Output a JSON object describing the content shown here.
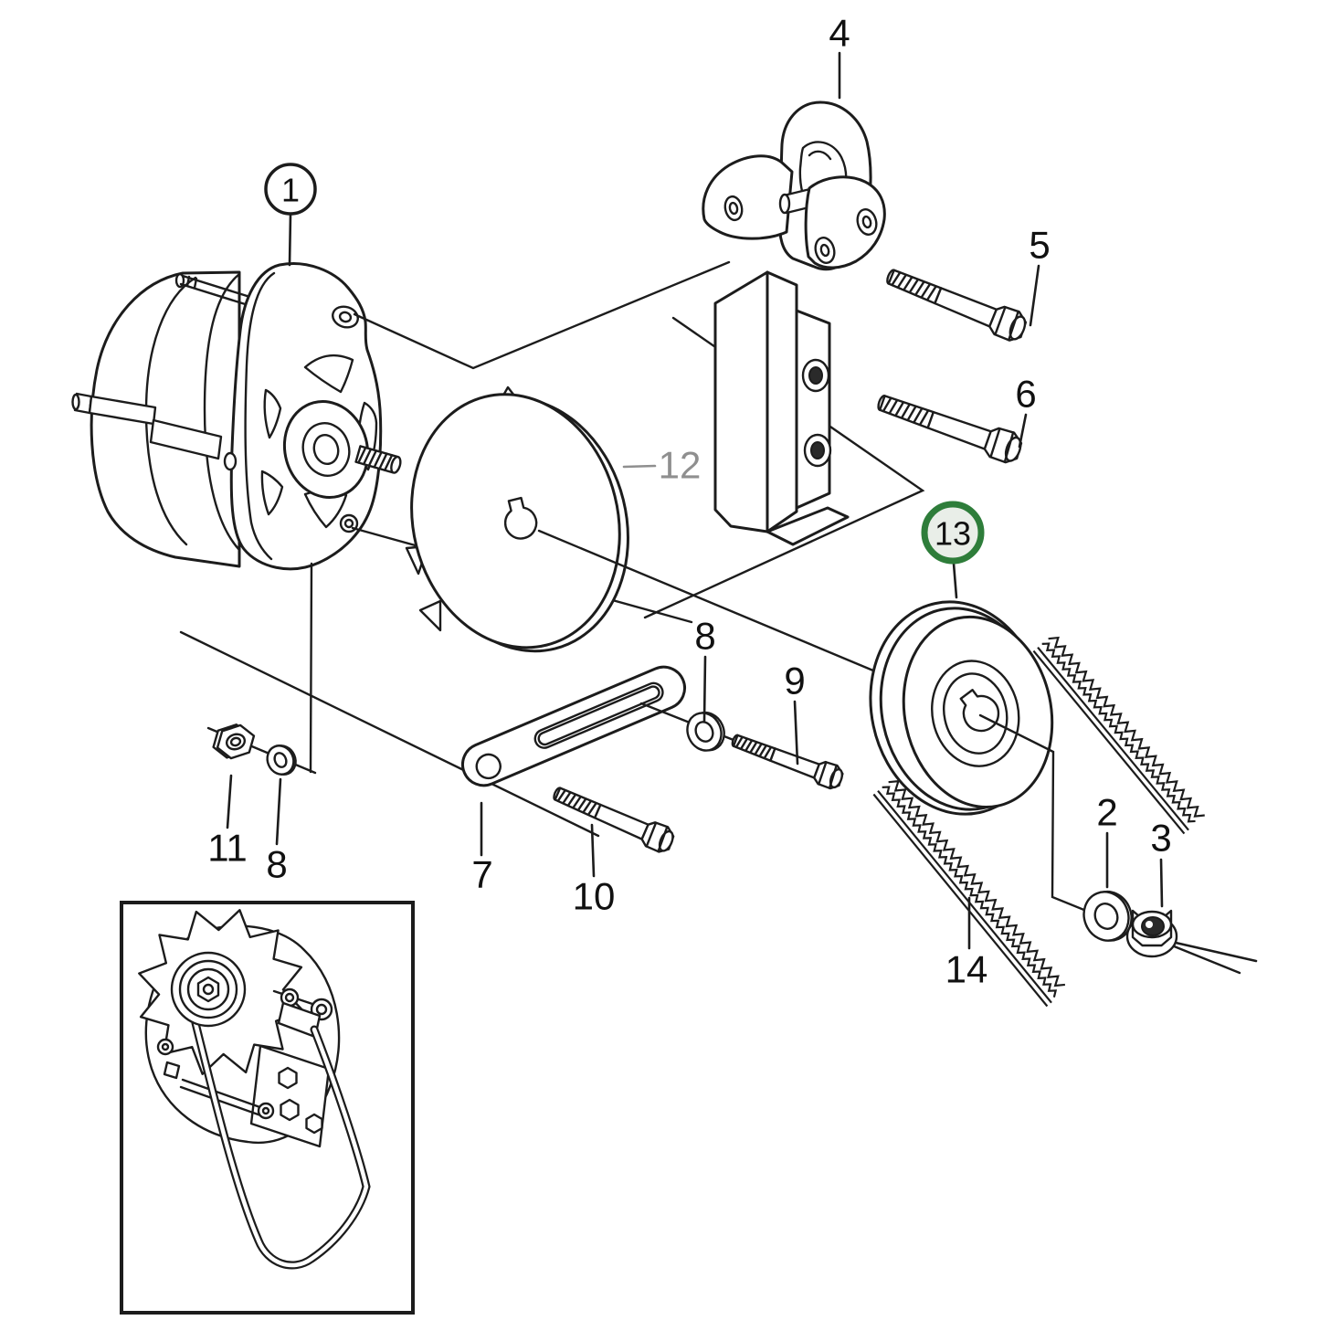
{
  "figure": {
    "background": "#ffffff",
    "line_color": "#1c1c1c",
    "muted_color": "#8f8f8f",
    "highlight": {
      "part": "13",
      "ring_color": "#2e7d3a",
      "inner_fill": "#e9eee8"
    },
    "callouts": {
      "c1": {
        "label": "1",
        "style": "circled"
      },
      "c2": {
        "label": "2",
        "style": "plain"
      },
      "c3": {
        "label": "3",
        "style": "plain"
      },
      "c4": {
        "label": "4",
        "style": "plain"
      },
      "c5": {
        "label": "5",
        "style": "plain"
      },
      "c6": {
        "label": "6",
        "style": "plain"
      },
      "c7": {
        "label": "7",
        "style": "plain"
      },
      "c8a": {
        "label": "8",
        "style": "plain"
      },
      "c8b": {
        "label": "8",
        "style": "plain"
      },
      "c9": {
        "label": "9",
        "style": "plain"
      },
      "c10": {
        "label": "10",
        "style": "plain"
      },
      "c11": {
        "label": "11",
        "style": "plain"
      },
      "c12": {
        "label": "12",
        "style": "muted"
      },
      "c13": {
        "label": "13",
        "style": "circled-green",
        "highlighted": true
      },
      "c14": {
        "label": "14",
        "style": "plain"
      }
    }
  }
}
